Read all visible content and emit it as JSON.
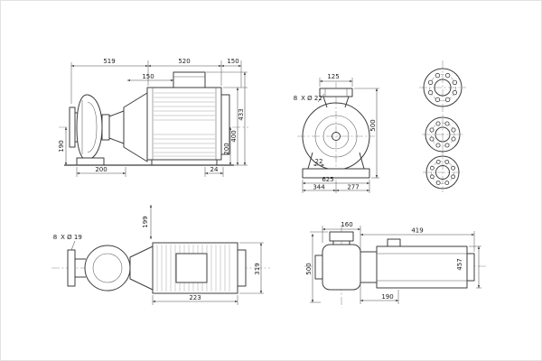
{
  "dims": {
    "side_519": "519",
    "side_520": "520",
    "side_150a": "150",
    "side_150b": "150",
    "side_190": "190",
    "side_200_bottom": "200",
    "side_24": "24",
    "side_200_right": "200",
    "side_400": "400",
    "side_433": "433",
    "end_125": "125",
    "end_hole_count": "8",
    "end_hole_note": "X Ø 22",
    "end_500": "500",
    "end_22": "22",
    "end_625": "625",
    "end_344": "344",
    "end_277": "277",
    "plan_hole_count": "8",
    "plan_hole_note": "X Ø 19",
    "plan_199": "199",
    "plan_223": "223",
    "plan_319": "319",
    "outline_160": "160",
    "outline_419": "419",
    "outline_500": "500",
    "outline_457": "457",
    "outline_190": "190"
  }
}
